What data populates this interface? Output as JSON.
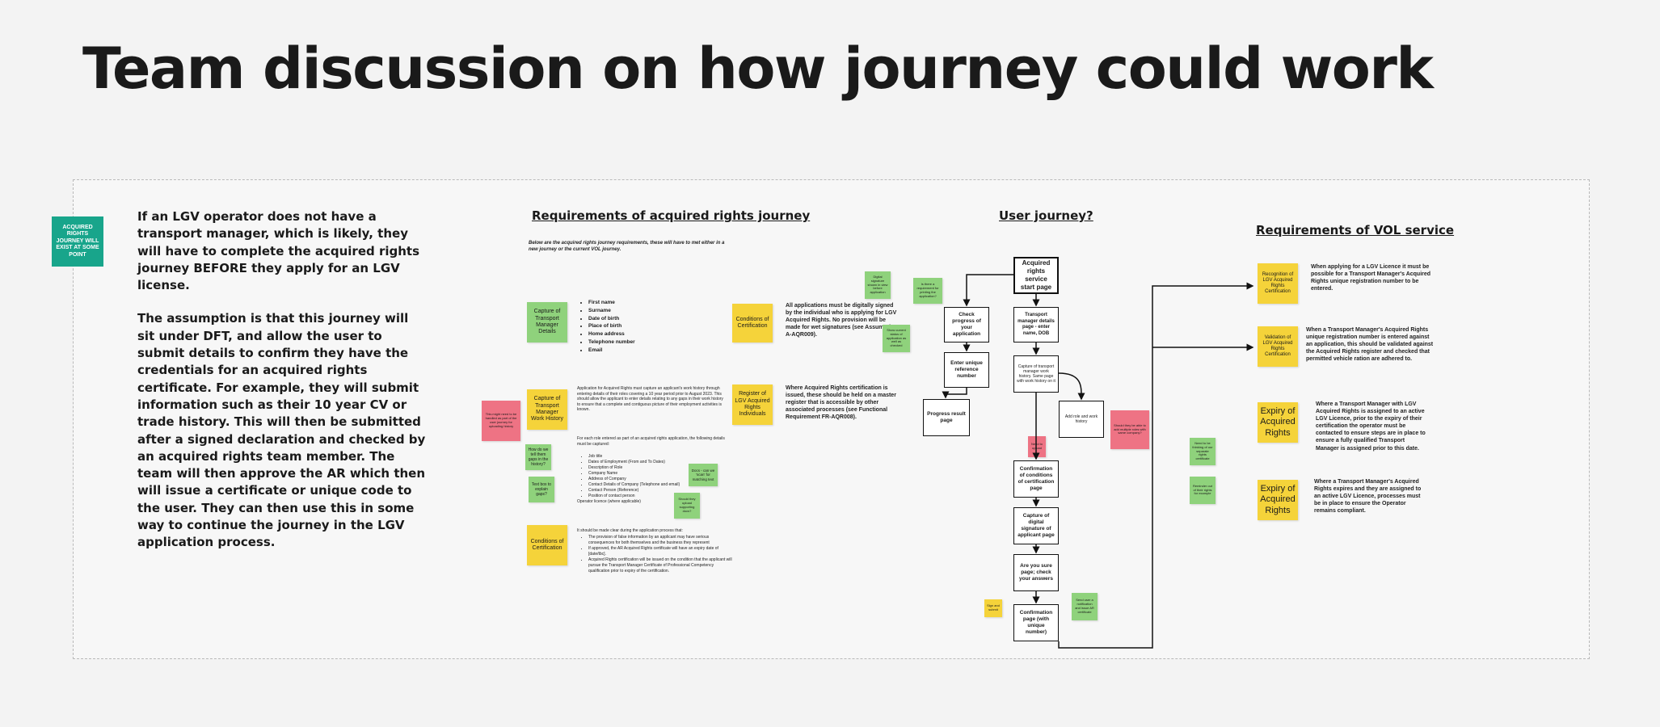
{
  "title": "Team discussion on how journey could work",
  "teal_note": "ACQUIRED RIGHTS JOURNEY WILL EXIST AT SOME POINT",
  "intro": [
    "If an LGV operator does not have a transport manager, which is likely, they will have to complete the acquired rights journey BEFORE they apply for an LGV license.",
    "The assumption is that this journey will sit under DFT, and allow the user to submit details to confirm they have the credentials for an acquired rights certificate. For example, they will submit information such as their 10 year CV or trade history. This will then be submitted after a signed declaration and checked by an acquired rights team member. The team will then approve the AR which then will issue a certificate or unique code to the user. They can then use this in some way to continue the journey in the LGV application process."
  ],
  "requirements": {
    "heading": "Requirements of acquired rights journey",
    "subtitle": "Below are the acquired rights journey requirements, these will have to met either in a new journey or the current VOL journey.",
    "capture_tm_details": "Capture of Transport Manager Details",
    "tm_fields": [
      "First name",
      "Surname",
      "Date of birth",
      "Place of birth",
      "Home address",
      "Telephone number",
      "Email"
    ],
    "capture_work_history": "Capture of Transport Manager Work History",
    "work_history_text": "Application for Acquired Rights must capture an applicant's work history through entering details of their roles covering a 10 year period prior to August 2023. This should allow the applicant to enter details relating to any gaps in their work history to ensure that a complete and contiguous picture of their employment activities is known.",
    "work_history_text2": "For each role entered as part of an acquired rights application, the following details must be captured:",
    "work_history_fields": [
      "Job title",
      "Dates of Employment (From and To Dates)",
      "Description of Role",
      "Company Name",
      "Address of Company",
      "Contact Details of Company (Telephone and email)",
      "Contact Person (Reference)",
      "Position of contact person"
    ],
    "work_history_extra": "Operator licence (where applicable)",
    "conditions_cert_left": "Conditions of Certification",
    "conditions_left_text": "It should be made clear during the application process that:",
    "conditions_left_list": [
      "The provision of false information by an applicant may have serious consequences for both themselves and the business they represent",
      "If approved, the AR Acquired Rights certificate will have an expiry date of [date/tbc].",
      "Acquired Rights certification will be issued on the condition that the applicant will pursue the Transport Manager Certificate of Professional Competency qualification prior to expiry of the certification."
    ],
    "conditions_cert_mid": "Conditions of Certification",
    "conditions_mid_text": "All applications must be digitally signed by the individual who is applying for LGV Acquired Rights. No provision will be made for wet signatures (see Assumption A-AQR009).",
    "register_cert": "Register of LGV Acquired Rights Individuals",
    "register_text": "Where Acquired Rights certification is issued, these should be held on a master register that is accessible by other associated processes (see Functional Requirement FR-AQR008).",
    "note_pink_left": "This might need to be handled as part of the user journey for uploading history",
    "note_green_gaps": "How do we tell them gaps in the history?",
    "note_green_explain": "Text box to explain gaps?",
    "note_green_docs": "Docs - can we 'scan' for matching text",
    "note_green_pdf": "Should they upload supporting docs?",
    "note_green_sig": "Digital signature shown in view before application",
    "note_green_sig2": "Is there a requirement for printing the application?"
  },
  "journey": {
    "heading": "User journey?",
    "start": "Acquired rights service start page",
    "tm_details": "Transport manager details page - enter name, DOB",
    "work_history": "Capture of transport manager work history. Same page with work history on it",
    "add_role": "Add role and work history",
    "check_progress": "Check progress of your application",
    "enter_ref": "Enter unique reference number",
    "progress_result": "Progress result page",
    "confirm_conditions": "Confirmation of conditions of certification page",
    "capture_signature": "Capture of digital signature of applicant page",
    "check_answers": "Are you sure page; check your answers",
    "confirmation": "Confirmation page (with unique number)",
    "note_green_status": "Show current status of application as well as checked",
    "note_pink_small": "Need to upload",
    "note_pink_right": "Should they be able to add multiple roles with same company?",
    "note_green_confirm": "Send user a notification and issue AR certificate",
    "note_yellow_small": "Sign and submit",
    "note_green_mid": "Need to be thinking of our separate rights certificate",
    "note_green_expiry": "Reminder out of their rights for example"
  },
  "vol": {
    "heading": "Requirements of VOL service",
    "items": [
      {
        "label": "Recognition of LGV Acquired Rights Certification",
        "text": "When applying for a LGV Licence it must be possible for a Transport Manager's Acquired Rights unique registration number to be entered."
      },
      {
        "label": "Validation of LGV Acquired Rights Certification",
        "text": "When a Transport Manager's Acquired Rights unique registration number is entered against an application, this should be validated against the Acquired Rights register and checked that permitted vehicle ration are adhered to."
      },
      {
        "label": "Expiry of Acquired Rights",
        "text": "Where a Transport Manager with LGV Acquired Rights is assigned to an active LGV Licence, prior to the expiry of their certification the operator must be contacted to ensure steps are in place to ensure a fully qualified Transport Manager is assigned prior to this date."
      },
      {
        "label": "Expiry of Acquired Rights",
        "text": "Where a Transport Manager's Acquired Rights expires and they are assigned to an active LGV Licence, processes must be in place to ensure the Operator remains compliant."
      }
    ]
  },
  "colors": {
    "green": "#8fd27c",
    "yellow": "#f5d33a",
    "pink": "#ee7384",
    "teal": "#18a58b"
  }
}
